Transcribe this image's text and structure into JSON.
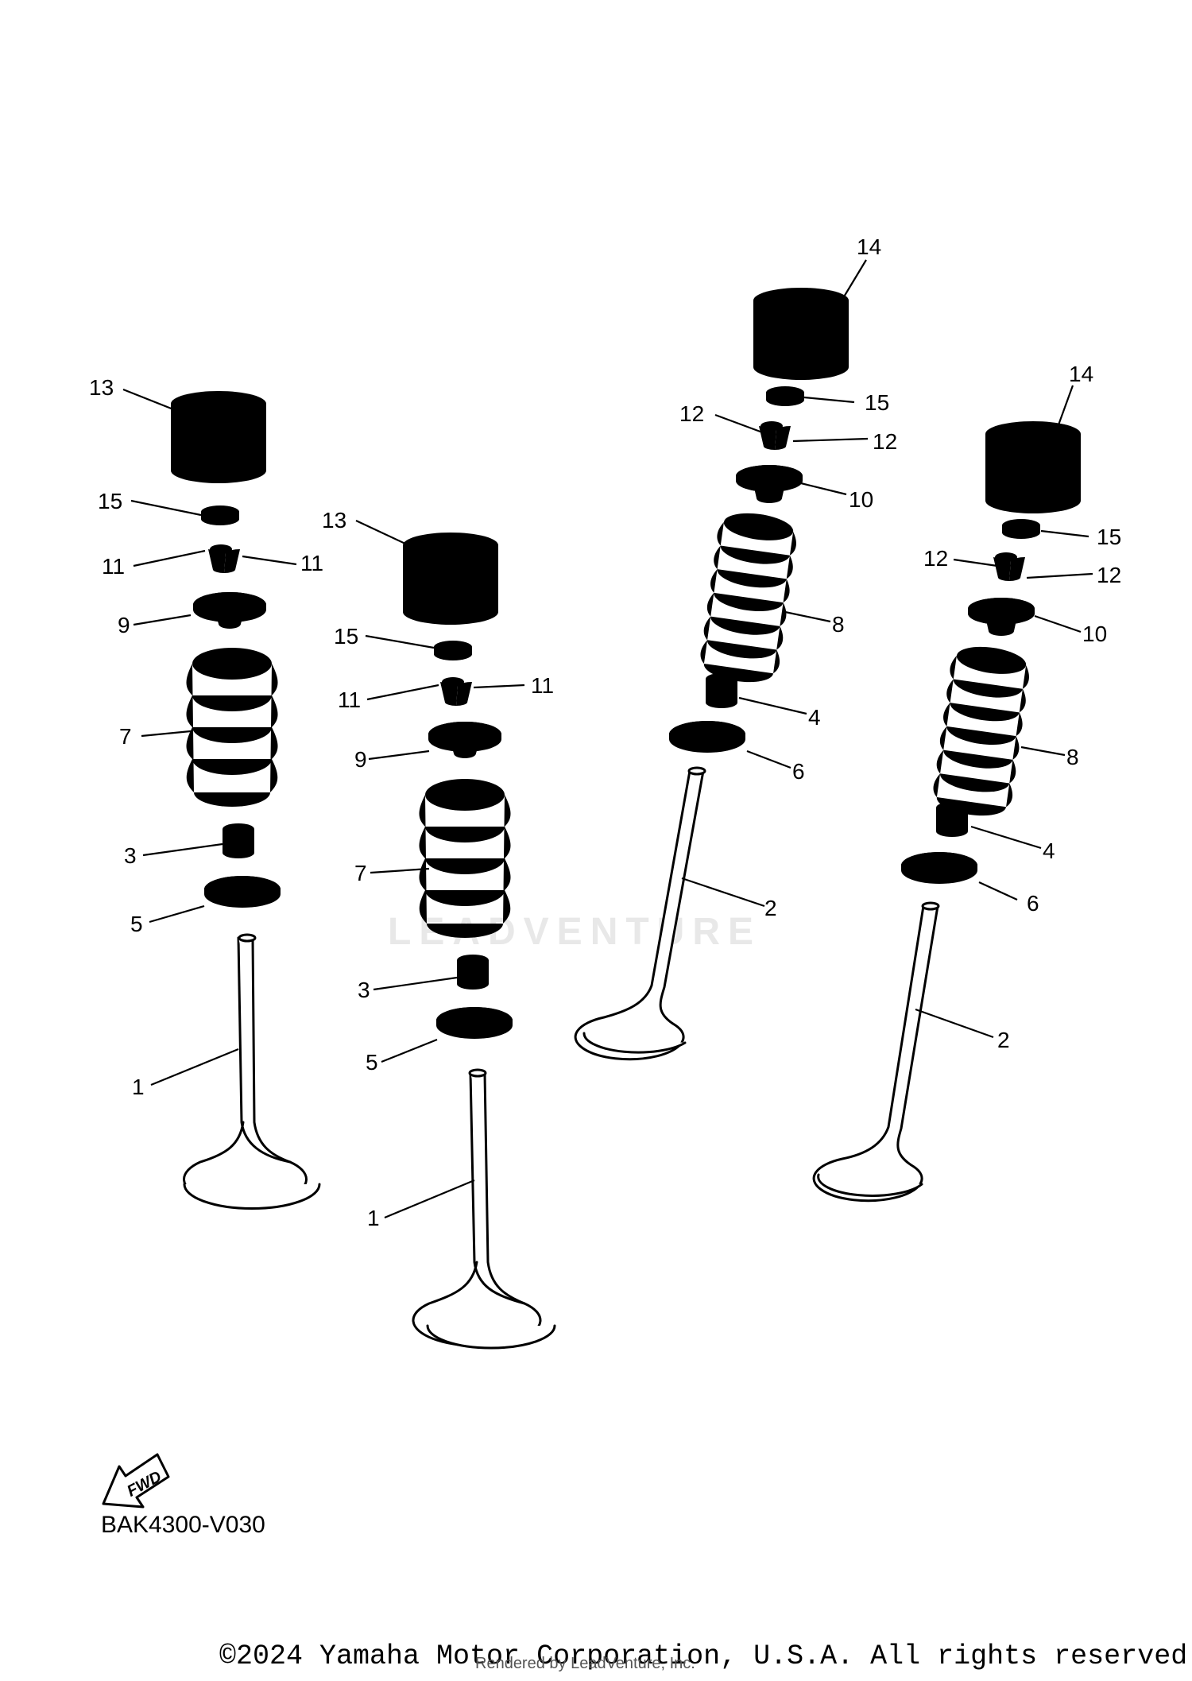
{
  "diagram": {
    "code": "BAK4300-V030",
    "fwd_label": "FWD",
    "watermark": "LEADVENTURE",
    "copyright": "©2024 Yamaha Motor Corporation, U.S.A. All rights reserved.",
    "rendered_by": "Rendered by LeadVenture, Inc."
  },
  "callouts": {
    "c13a": "13",
    "c15a": "15",
    "c11a_l": "11",
    "c11a_r": "11",
    "c9a": "9",
    "c7a": "7",
    "c3a": "3",
    "c5a": "5",
    "c1a": "1",
    "c13b": "13",
    "c15b": "15",
    "c11b_l": "11",
    "c11b_r": "11",
    "c9b": "9",
    "c7b": "7",
    "c3b": "3",
    "c5b": "5",
    "c1b": "1",
    "c14c": "14",
    "c15c": "15",
    "c12c_l": "12",
    "c12c_r": "12",
    "c10c": "10",
    "c8c": "8",
    "c4c": "4",
    "c6c": "6",
    "c2c": "2",
    "c14d": "14",
    "c15d": "15",
    "c12d_l": "12",
    "c12d_r": "12",
    "c10d": "10",
    "c8d": "8",
    "c4d": "4",
    "c6d": "6",
    "c2d": "2"
  }
}
